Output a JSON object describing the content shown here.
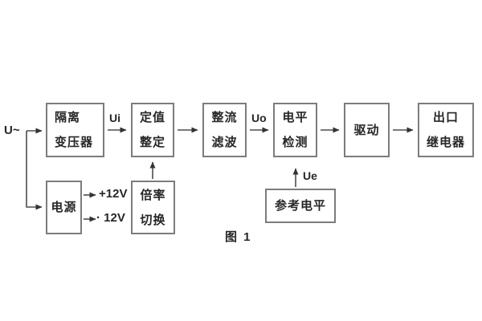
{
  "figure": {
    "caption": "图 1",
    "input_label": "U~",
    "colors": {
      "background": "#ffffff",
      "box_border": "#7c7c7c",
      "wire": "#4d4d4d",
      "arrowhead": "#333333",
      "text": "#262626"
    },
    "blocks": [
      {
        "id": "isolation-transformer",
        "lines": [
          "隔离",
          "变压器"
        ]
      },
      {
        "id": "setting-adjust",
        "lines": [
          "定值",
          "整定"
        ]
      },
      {
        "id": "rectifier-filter",
        "lines": [
          "整流",
          "滤波"
        ]
      },
      {
        "id": "level-detect",
        "lines": [
          "电平",
          "检测"
        ]
      },
      {
        "id": "drive",
        "lines": [
          "驱动"
        ]
      },
      {
        "id": "output-relay",
        "lines": [
          "出口",
          "继电器"
        ]
      },
      {
        "id": "power-supply",
        "lines": [
          "电源"
        ]
      },
      {
        "id": "ratio-switch",
        "lines": [
          "倍率",
          "切换"
        ]
      },
      {
        "id": "reference-level",
        "lines": [
          "参考电平"
        ]
      }
    ],
    "signal_labels": {
      "ui": "Ui",
      "uo": "Uo",
      "ue": "Ue",
      "plus12v": "+12V",
      "minus12v": "· 12V"
    }
  }
}
